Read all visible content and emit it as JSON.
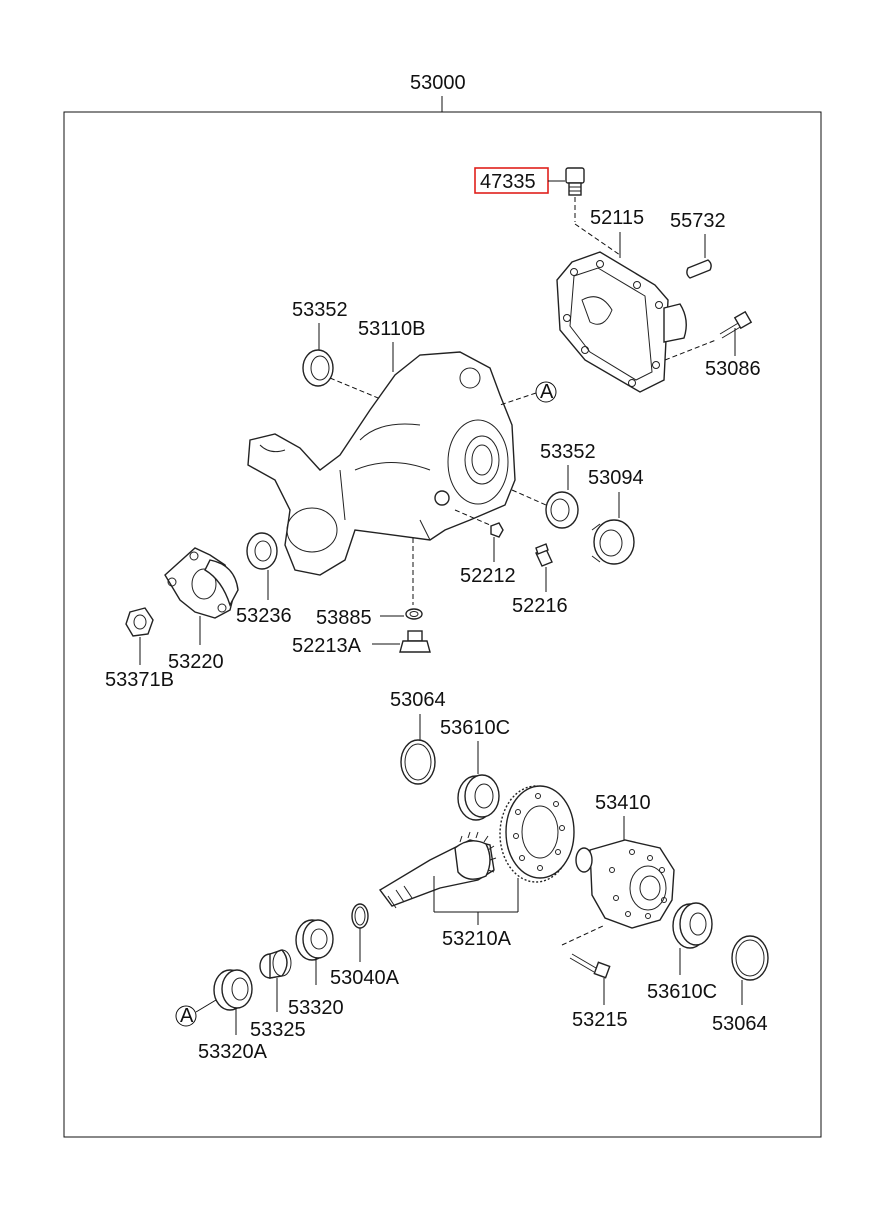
{
  "assembly": "53000",
  "highlight_label": "47335",
  "callout_marker": "A",
  "parts": {
    "p52115": "52115",
    "p55732": "55732",
    "p53086": "53086",
    "p53352_top": "53352",
    "p53110B": "53110B",
    "p53352_right": "53352",
    "p53094": "53094",
    "p52212": "52212",
    "p52216": "52216",
    "p53236": "53236",
    "p53885": "53885",
    "p52213A": "52213A",
    "p53220": "53220",
    "p53371B": "53371B",
    "p53064_top": "53064",
    "p53610C_top": "53610C",
    "p53410": "53410",
    "p53210A": "53210A",
    "p53040A": "53040A",
    "p53320": "53320",
    "p53325": "53325",
    "p53320A": "53320A",
    "p53215": "53215",
    "p53610C_bottom": "53610C",
    "p53064_bottom": "53064"
  },
  "colors": {
    "highlight": "#e0201c",
    "line": "#111111"
  }
}
